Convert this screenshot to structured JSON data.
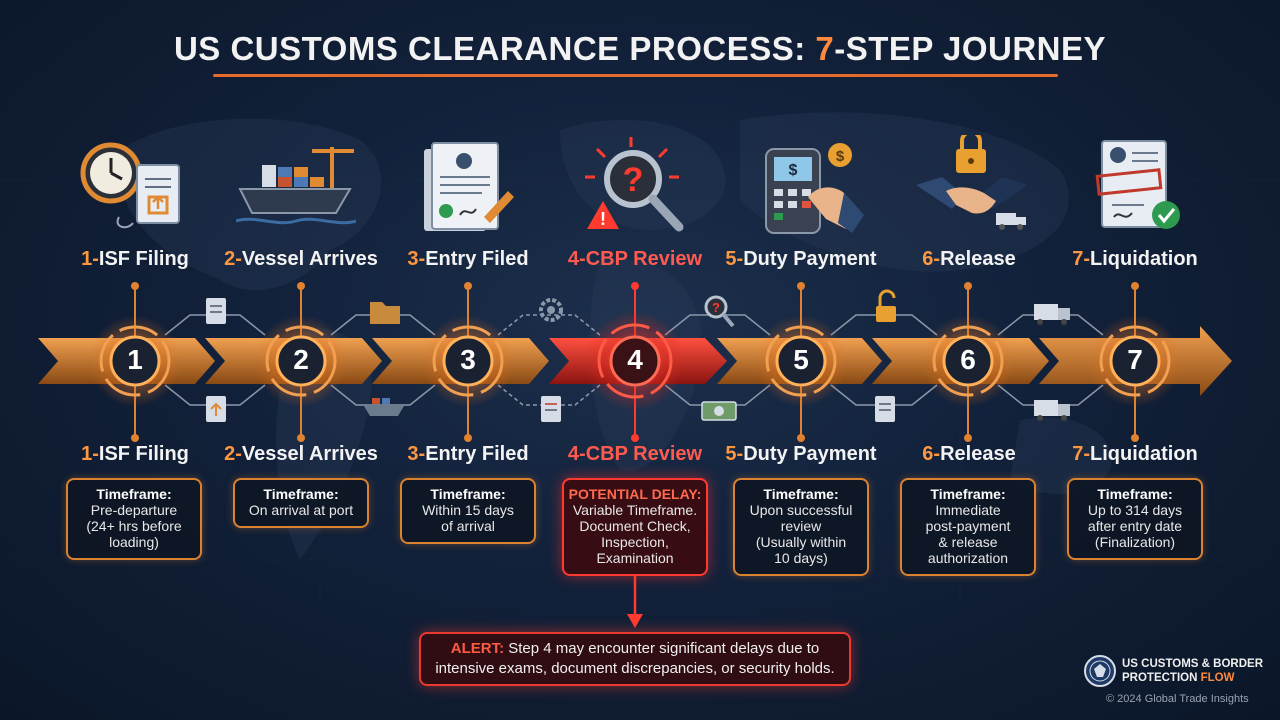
{
  "title": {
    "prefix": "US CUSTOMS CLEARANCE PROCESS: ",
    "accent": "7",
    "suffix": "-STEP JOURNEY"
  },
  "colors": {
    "accent": "#ff8a3d",
    "alert": "#ff3b30",
    "background": "#12213a"
  },
  "steps": [
    {
      "num": "1",
      "prefix": "1-",
      "name": "ISF Filing",
      "icon": "clock-document-icon",
      "timeframe_label": "Timeframe:",
      "detail": [
        "Pre-departure",
        "(24+ hrs before",
        "loading)"
      ]
    },
    {
      "num": "2",
      "prefix": "2-",
      "name": "Vessel Arrives",
      "icon": "cargo-ship-icon",
      "timeframe_label": "Timeframe:",
      "detail": [
        "On arrival at port"
      ]
    },
    {
      "num": "3",
      "prefix": "3-",
      "name": "Entry Filed",
      "icon": "signed-document-icon",
      "timeframe_label": "Timeframe:",
      "detail": [
        "Within 15 days",
        "of arrival"
      ]
    },
    {
      "num": "4",
      "prefix": "4-",
      "name": "CBP Review",
      "icon": "magnifier-warning-icon",
      "timeframe_label": "POTENTIAL DELAY:",
      "detail": [
        "Variable Timeframe.",
        "Document Check,",
        "Inspection,",
        "Examination"
      ]
    },
    {
      "num": "5",
      "prefix": "5-",
      "name": "Duty Payment",
      "icon": "payment-terminal-icon",
      "timeframe_label": "Timeframe:",
      "detail": [
        "Upon successful",
        "review",
        "(Usually within",
        "10 days)"
      ]
    },
    {
      "num": "6",
      "prefix": "6-",
      "name": "Release",
      "icon": "handshake-lock-icon",
      "timeframe_label": "Timeframe:",
      "detail": [
        "Immediate",
        "post-payment",
        "& release",
        "authorization"
      ]
    },
    {
      "num": "7",
      "prefix": "7-",
      "name": "Liquidation",
      "icon": "customs-stamp-icon",
      "timeframe_label": "Timeframe:",
      "detail": [
        "Up to 314 days",
        "after entry date",
        "(Finalization)"
      ]
    }
  ],
  "alert": {
    "label": "ALERT:",
    "line1": " Step 4 may encounter significant delays due to",
    "line2": "intensive exams, document discrepancies, or security holds."
  },
  "footer": {
    "org_line1": "US CUSTOMS & BORDER",
    "org_line2_a": "PROTECTION ",
    "org_line2_b": "FLOW",
    "copyright": "© 2024 Global Trade Insights"
  }
}
